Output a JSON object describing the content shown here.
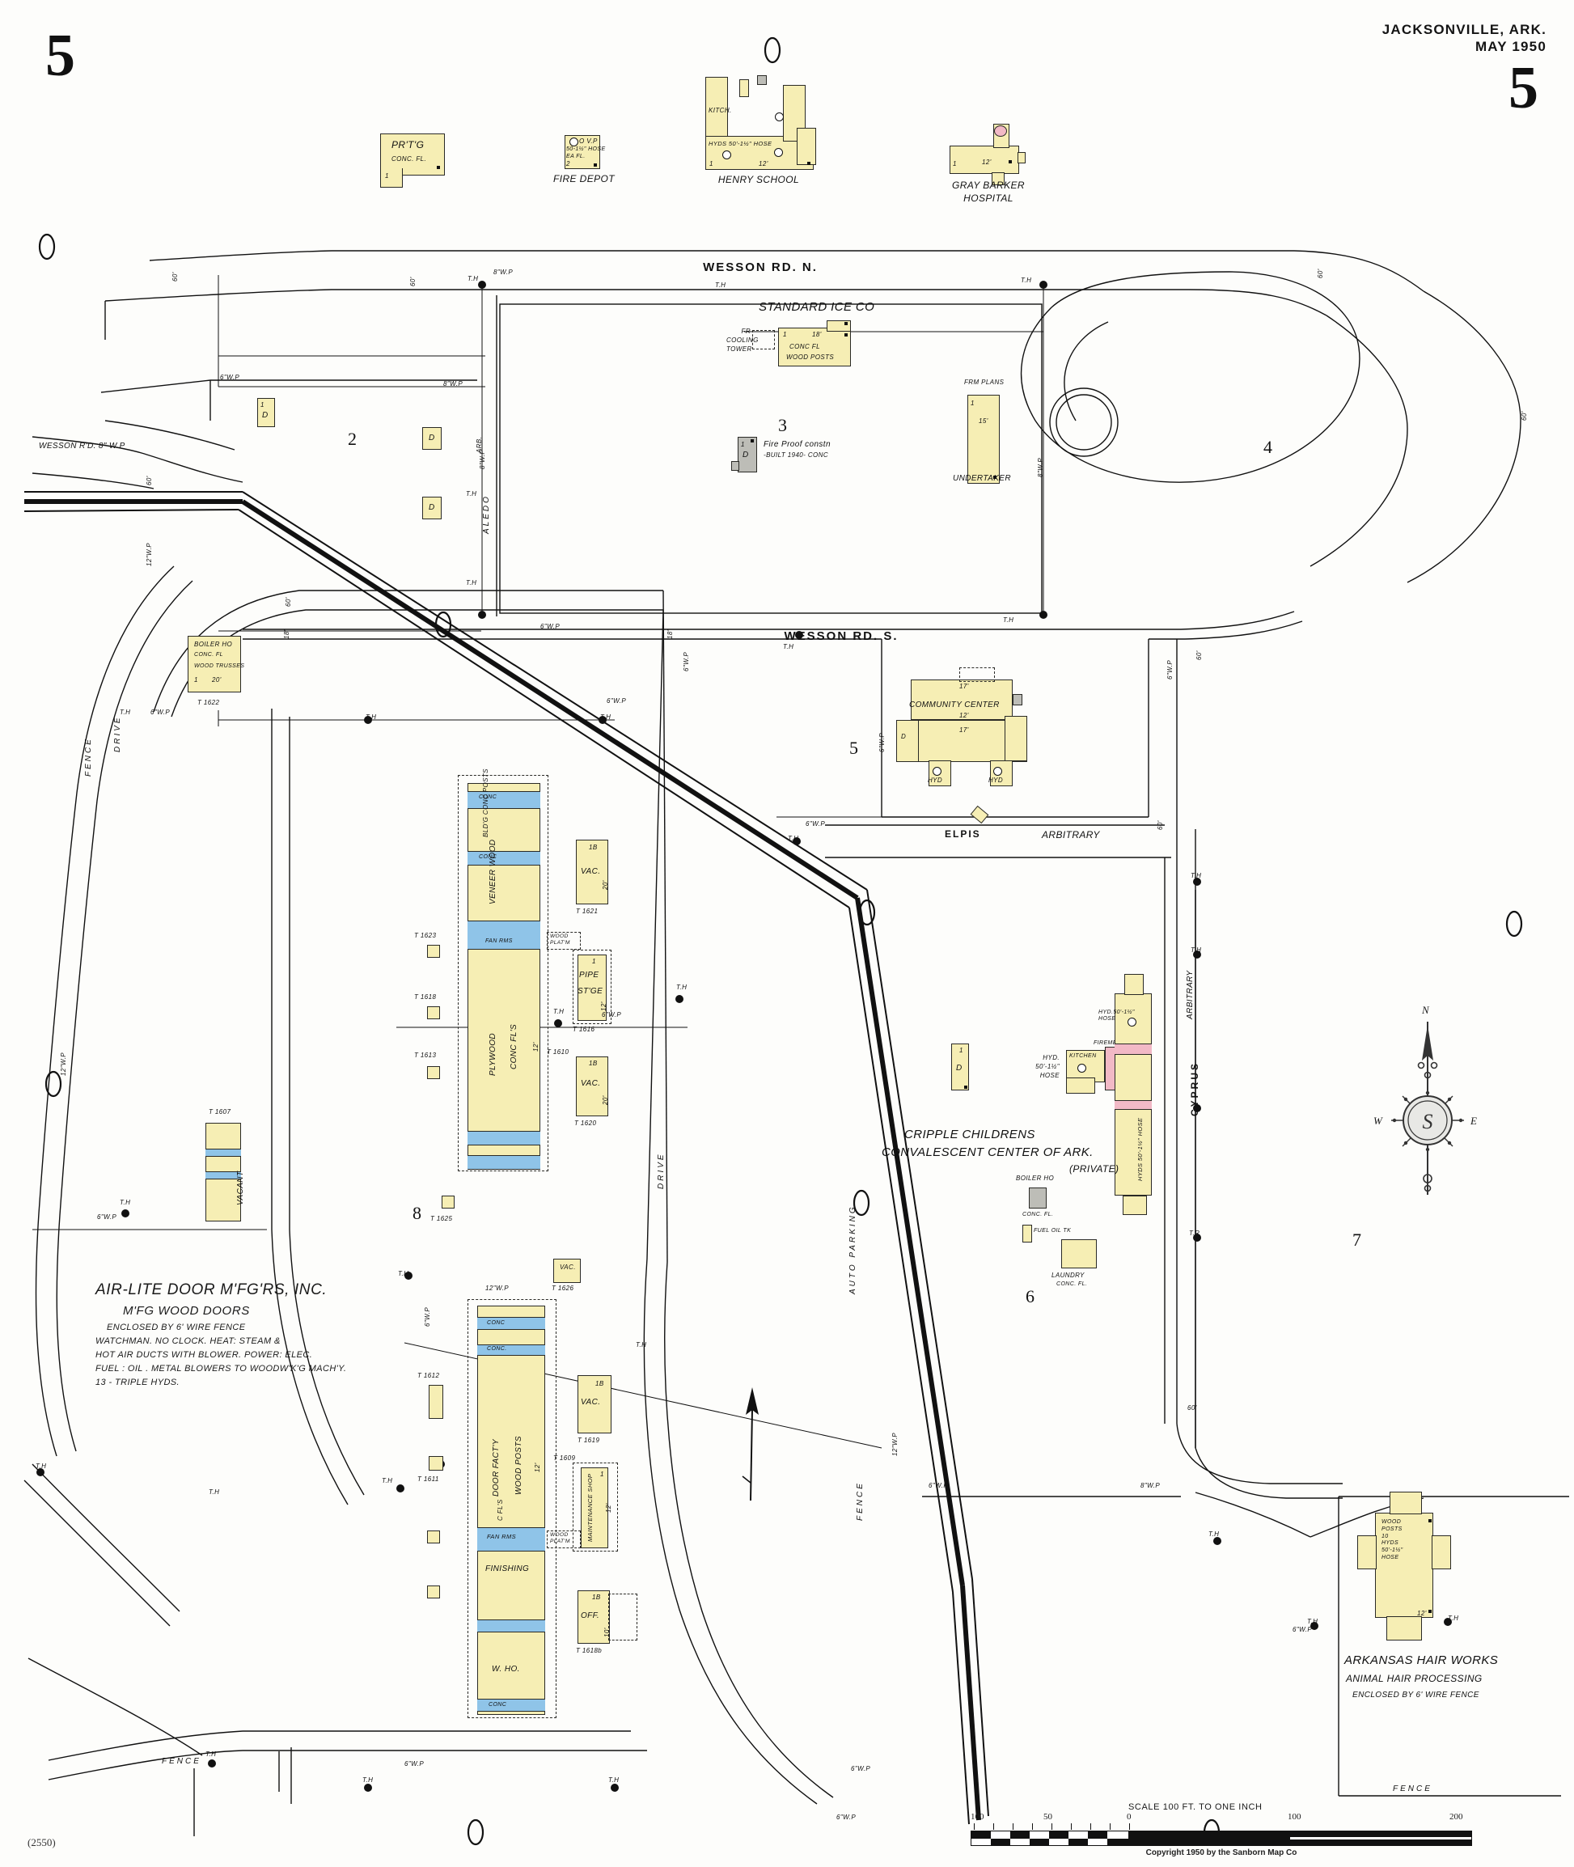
{
  "sheet": {
    "city_state": "JACKSONVILLE, ARK.",
    "date": "MAY 1950",
    "page_number": "5",
    "sheet_code": "(2550)"
  },
  "scale_bar": {
    "title": "SCALE 100 FT. TO ONE INCH",
    "ticks": [
      "100",
      "50",
      "0",
      "100",
      "200"
    ],
    "copyright": "Copyright 1950 by the Sanborn Map Co"
  },
  "compass": {
    "north": "N",
    "east": "E",
    "west": "W",
    "south": "S"
  },
  "block_numbers": [
    "2",
    "3",
    "4",
    "5",
    "6",
    "7",
    "8"
  ],
  "streets": [
    {
      "name": "WESSON  RD.  N."
    },
    {
      "name": "WESSON   RD.   S."
    },
    {
      "name": "ELPIS"
    },
    {
      "name": "ARBITRARY"
    },
    {
      "name": "CYPRUS"
    },
    {
      "name": "ARBITRARY"
    },
    {
      "name": "WESSON R'D. 8\" W.P"
    },
    {
      "name": "DRIVE"
    },
    {
      "name": "DRIVE"
    },
    {
      "name": "AUTO  PARKING"
    },
    {
      "name": "FENCE"
    },
    {
      "name": "FENCE"
    },
    {
      "name": "FENCE"
    },
    {
      "name": "FENCE"
    }
  ],
  "top_row_buildings": [
    {
      "label": "PR'T'G",
      "sub": "CONC. FL.",
      "story": "1"
    },
    {
      "caption": "FIRE DEPOT",
      "line1": "O V.P",
      "line2": "50-1½\" HOSE",
      "line3": "EA FL.",
      "story": "2"
    },
    {
      "caption": "HENRY SCHOOL",
      "wing": "KITCH.",
      "hyd_note": "HYDS 50'-1½\" HOSE",
      "story": "1",
      "height": "12'"
    },
    {
      "caption": "GRAY BARKER",
      "caption2": "HOSPITAL",
      "story": "1",
      "height": "12'"
    }
  ],
  "standard_ice": {
    "name": "STANDARD ICE CO",
    "cooling_tower": "FR\nCOOLING\nTOWER",
    "main": {
      "story": "1",
      "height": "18'",
      "line1": "CONC  FL",
      "line2": "WOOD  POSTS"
    }
  },
  "fireproof_note": {
    "line1": "Fire Proof  constn",
    "line2": "-BUILT 1940- CONC",
    "marker": "D",
    "story": "1"
  },
  "undertaker": {
    "line1": "FRM PLANS",
    "caption": "UNDERTAKER",
    "height": "15'",
    "story": "1"
  },
  "community_center": {
    "name": "COMMUNITY CENTER",
    "heights": [
      "17'",
      "12'",
      "17'"
    ],
    "hyd_left": "HYD",
    "hyd_right": "HYD",
    "marker": "D"
  },
  "cripple_center": {
    "line1": "CRIPPLE   CHILDRENS",
    "line2": "CONVALESCENT CENTER OF ARK.",
    "line3": "(PRIVATE)",
    "hyd_note_left": "HYD. 50'-1½\"\nHOSE",
    "hyd_note_right": "HYDS 50'-1½\" HOSE",
    "kitchen": "KITCHEN",
    "firemen": "FIREMEN",
    "boiler": "BOILER HO",
    "boiler_sub": "CONC. FL.",
    "fuel_oil": "FUEL OIL TK",
    "laundry": "LAUNDRY",
    "laundry_sub": "CONC. FL.",
    "marker_d": "D",
    "hyd_bottom": "HYDS 50'-1½\" HOSE"
  },
  "airlite": {
    "t1": "AIR-LITE DOOR M'FG'RS, INC.",
    "t2": "M'FG WOOD DOORS",
    "t3": "ENCLOSED  BY  6'  WIRE  FENCE",
    "t4": "WATCHMAN.  NO CLOCK.  HEAT: STEAM &",
    "t5": "HOT  AIR DUCTS WITH BLOWER.  POWER: ELEC.",
    "t6": "FUEL : OIL .   METAL BLOWERS TO WOODW'K'G MACH'Y.",
    "t7": "13 - TRIPLE  HYDS."
  },
  "airlite_buildings": [
    {
      "id": "T 1622",
      "label": "BOILER HO",
      "sub1": "CONC. FL",
      "sub2": "WOOD TRUSSES",
      "story": "1",
      "height": "20'"
    },
    {
      "id": "T 1610",
      "label": "PLYWOOD",
      "sub1": "CONC  FL'S",
      "sub2": "VENEER WOOD",
      "sub3": "BLD'G CONC POSTS",
      "sub4": "FAN RMS",
      "height": "12'"
    },
    {
      "id": "T 1621",
      "label": "VAC.",
      "story": "1B",
      "height": "20'"
    },
    {
      "id": "T 1616",
      "label": "PIPE ST'GE",
      "story": "1",
      "height": "12'"
    },
    {
      "id": "T 1620",
      "label": "VAC.",
      "story": "1B",
      "height": "20'"
    },
    {
      "id": "T 1607",
      "label": "VACANT"
    },
    {
      "id": "T 1623",
      "label": ""
    },
    {
      "id": "T 1618",
      "label": ""
    },
    {
      "id": "T 1613",
      "label": ""
    },
    {
      "id": "T 1625",
      "label": ""
    },
    {
      "id": "T 1626",
      "label": "VAC.",
      "story": "1B"
    },
    {
      "id": "T 1609",
      "label": "DOOR FACT'Y",
      "sub1": "WOOD POSTS",
      "sub2": "C FL'S",
      "sub3": "FAN RMS",
      "sub4": "FINISHING",
      "sub5": "W. HO.",
      "height": "12'"
    },
    {
      "id": "T 1619",
      "label": "VAC.",
      "story": "1B",
      "height": "20'"
    },
    {
      "id": "T 1612",
      "label": ""
    },
    {
      "id": "T 1611",
      "label": ""
    },
    {
      "id": "T 1618b",
      "label": "OFF.",
      "story": "1B",
      "height": "10'"
    },
    {
      "id": "",
      "label": "MAINTENANCE SHOP",
      "story": "1",
      "height": "12'"
    }
  ],
  "arkansas_hair": {
    "t1": "ARKANSAS HAIR WORKS",
    "t2": "ANIMAL HAIR PROCESSING",
    "t3": "ENCLOSED BY 6' WIRE FENCE",
    "bldg": {
      "line1": "WOOD",
      "line2": "POSTS",
      "line3": "10",
      "line4": "HYDS",
      "line5": "50'-1½\"",
      "line6": "HOSE",
      "height": "12'"
    }
  },
  "water_mains": [
    "8\"W.P",
    "8\"W.P",
    "6\"W.P",
    "6\"W.P",
    "6\"W.P",
    "6\"W.P",
    "6\"W.P",
    "6\"W.P",
    "6\"W.P",
    "6\"W.P",
    "8\"W.P",
    "8\"W.P",
    "12\"W.P",
    "12\"W.P",
    "12\"W.P",
    "12\"W.P",
    "6\"W.P",
    "6\"W.P",
    "6\"W.P",
    "6\"W.P",
    "6\"W.P",
    "6\"W.P",
    "6\"W.P",
    "8\"W.P",
    "6\"W.P"
  ],
  "th_markers": [
    "T.H",
    "T.H",
    "T.H",
    "T.H",
    "T.H",
    "T.H",
    "T.H",
    "T.H",
    "T.H",
    "T.H",
    "T.H",
    "T.H",
    "T.H",
    "T.H",
    "T.H",
    "T.H",
    "T.H",
    "T.H",
    "T.H",
    "T.H",
    "T.H",
    "T.R",
    "T.H"
  ],
  "widths": [
    "60'",
    "60'",
    "60'",
    "60'",
    "60'",
    "60'",
    "60'",
    "60'",
    "60'",
    "18'",
    "18'"
  ],
  "misc_letters": [
    "D",
    "D",
    "D",
    "D",
    "D",
    "D",
    "D"
  ]
}
